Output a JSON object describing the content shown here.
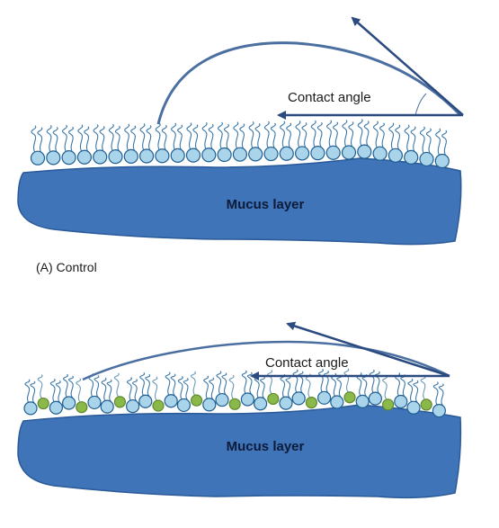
{
  "panels": [
    {
      "contact_angle_label": "Contact angle",
      "mucus_label": "Mucus layer",
      "caption": "(A) Control"
    },
    {
      "contact_angle_label": "Contact angle",
      "mucus_label": "Mucus layer"
    }
  ],
  "colors": {
    "mucus_fill": "#3f74b8",
    "mucus_stroke": "#2a5a98",
    "lipid_head": "#a9d4ea",
    "lipid_head_stroke": "#1f5f93",
    "additive_head": "#8ab84a",
    "additive_head_stroke": "#5f8a2c",
    "tail": "#3b78a8",
    "arrow": "#2a4a80",
    "droplet_arc": "#4a6fa0"
  },
  "icons": [
    "mucus-layer-shape",
    "lipid-molecule",
    "additive-molecule",
    "contact-angle-arrow",
    "droplet-outline"
  ]
}
